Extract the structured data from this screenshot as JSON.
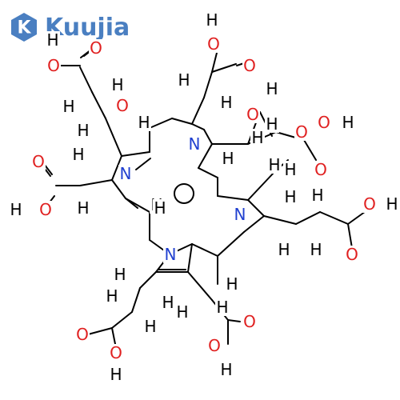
{
  "brand": {
    "name": "Kuujia",
    "color": "#4a7fc1"
  },
  "colors": {
    "bond": "#000000",
    "oxygen": "#e02020",
    "nitrogen": "#2040d0",
    "hydrogen": "#000000"
  },
  "atom_labels": {
    "oxygen": "O",
    "nitrogen": "N",
    "hydrogen": "H"
  },
  "molecule": {
    "ring_centre_label": "",
    "atom_counts": {
      "O": 17,
      "N": 4
    }
  }
}
